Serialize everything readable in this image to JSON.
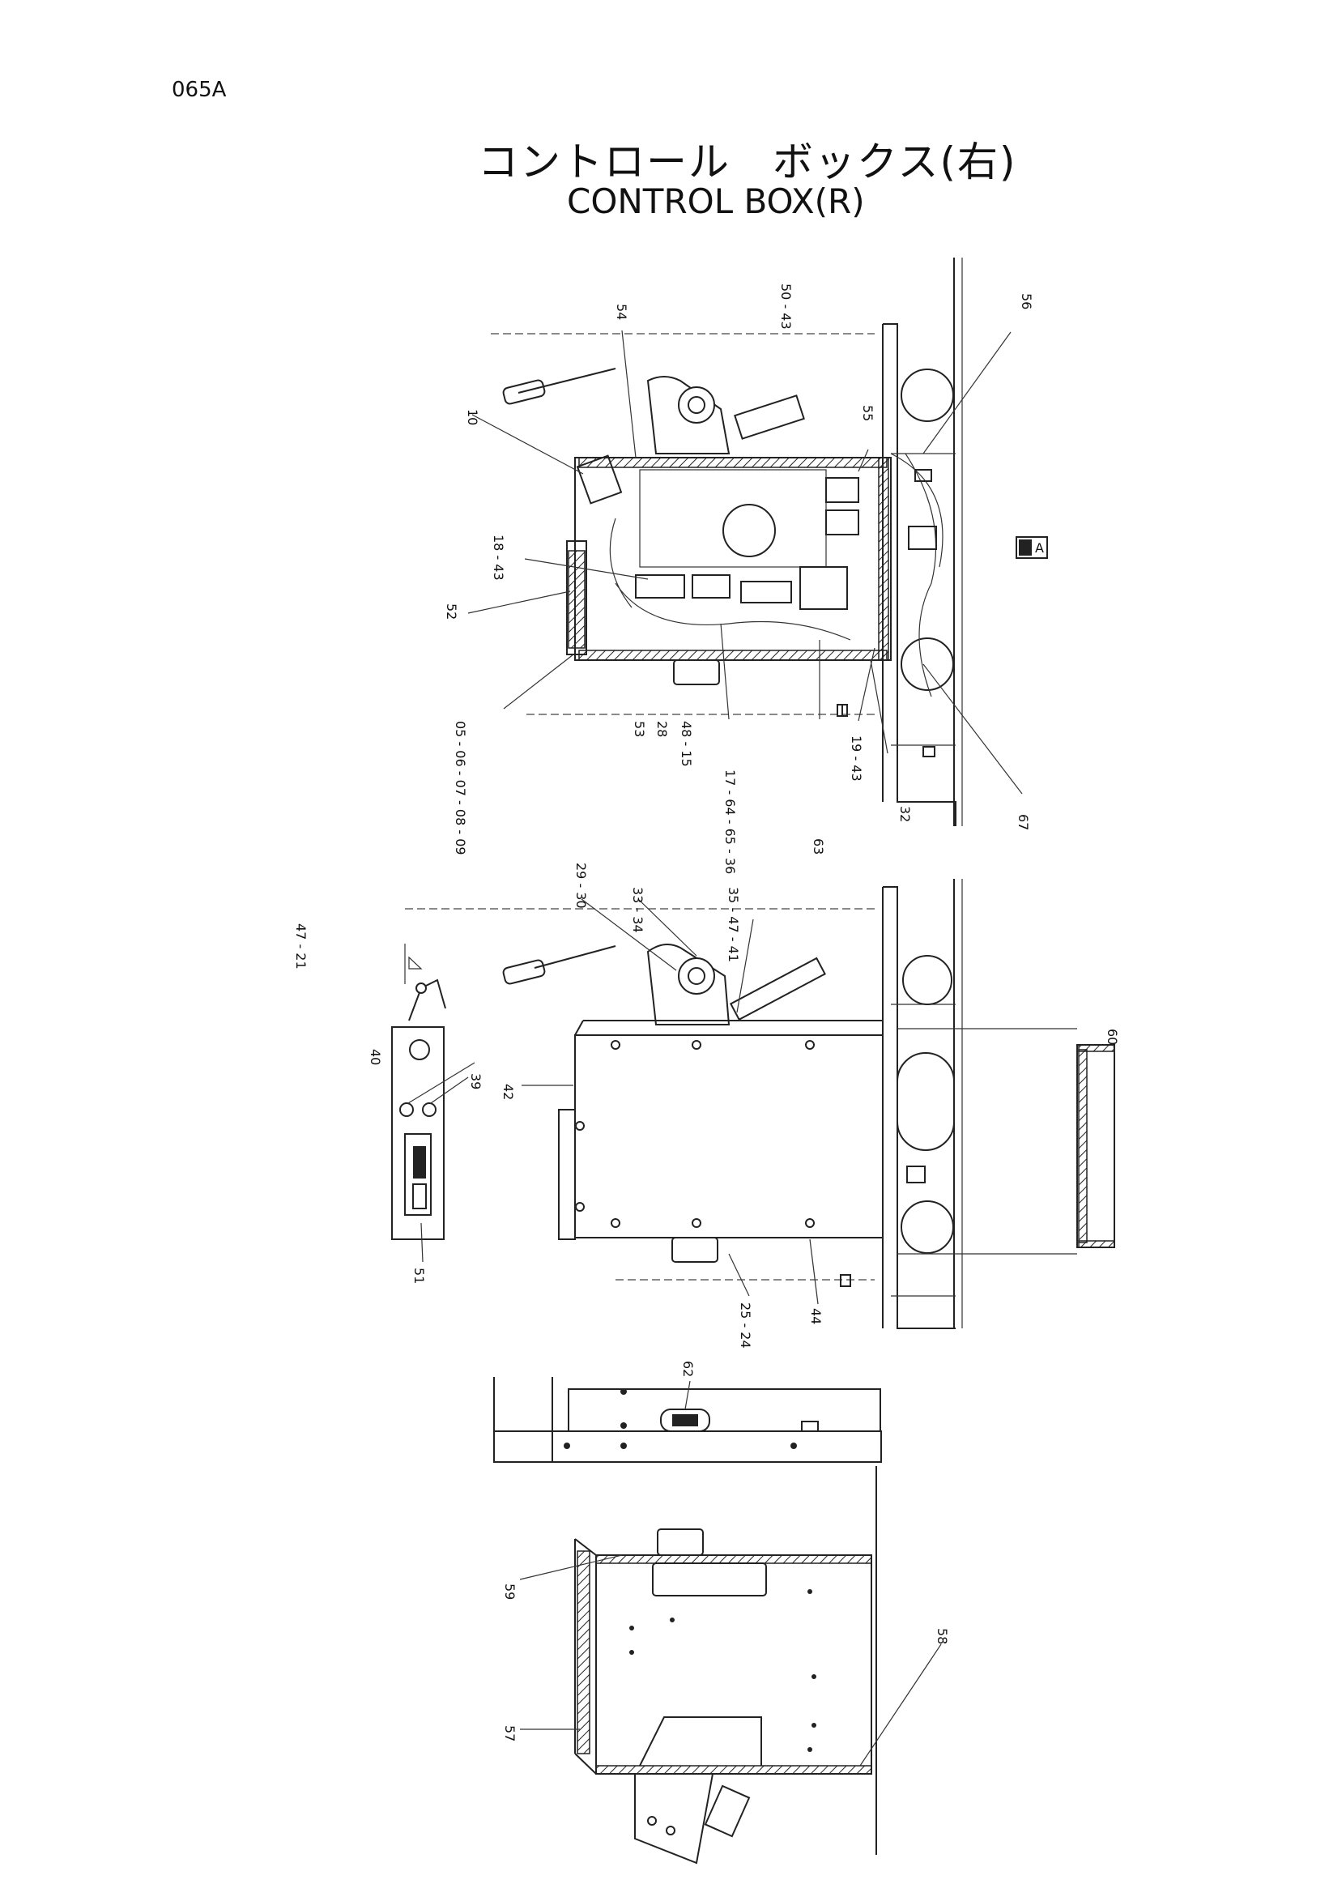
{
  "page_code": "065A",
  "title_jp": "コントロール　ボックス(右)",
  "title_en": "CONTROL  BOX(R)",
  "view_marker": "A",
  "callouts": {
    "c10": "10",
    "c54": "54",
    "c50_43": "50 - 43",
    "c55": "55",
    "c56": "56",
    "c18_43": "18 - 43",
    "c52": "52",
    "c05_09": "05 - 06 - 07 - 08 - 09",
    "c53": "53",
    "c28": "28",
    "c48_15": "48 - 15",
    "c17_36": "17 - 64 - 65 - 36",
    "c63": "63",
    "c19_43": "19 - 43",
    "c32": "32",
    "c67": "67",
    "c29_30": "29 - 30",
    "c33_34": "33 - 34",
    "c35_41": "35 - 47 - 41",
    "c47_21": "47 - 21",
    "c40": "40",
    "c39": "39",
    "c42": "42",
    "c51": "51",
    "c60": "60",
    "c25_24": "25 - 24",
    "c44": "44",
    "c62": "62",
    "c59": "59",
    "c57": "57",
    "c58": "58"
  }
}
